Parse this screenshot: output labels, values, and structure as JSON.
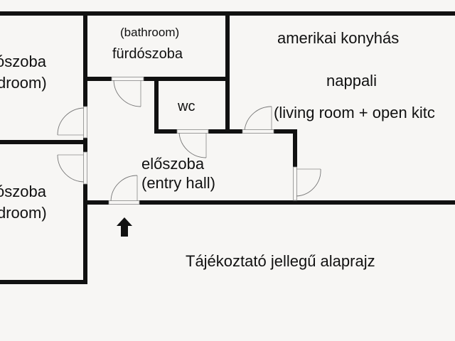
{
  "floor_plan": {
    "rooms": {
      "bedroom_top": {
        "name_hu": "hálószoba",
        "visible_hu": "ószoba",
        "visible_en": "droom)"
      },
      "bedroom_bottom": {
        "name_hu": "hálószoba",
        "visible_hu": "ószoba",
        "visible_en": "droom)"
      },
      "bathroom": {
        "label_en": "(bathroom)",
        "label_hu": "fürdószoba"
      },
      "wc": {
        "label": "wc"
      },
      "living": {
        "label_hu_line1": "amerikai konyhás",
        "label_hu_line2": "nappali",
        "label_en": "(living room + open kitc"
      },
      "entry_hall": {
        "label_hu": "előszoba",
        "label_en": "(entry hall)"
      }
    },
    "entrance_marker": "arrow-up-icon",
    "caption": "Tájékoztató jellegű alaprajz",
    "colors": {
      "wall": "#111111",
      "background": "#f7f6f4",
      "door": "#777777"
    }
  }
}
